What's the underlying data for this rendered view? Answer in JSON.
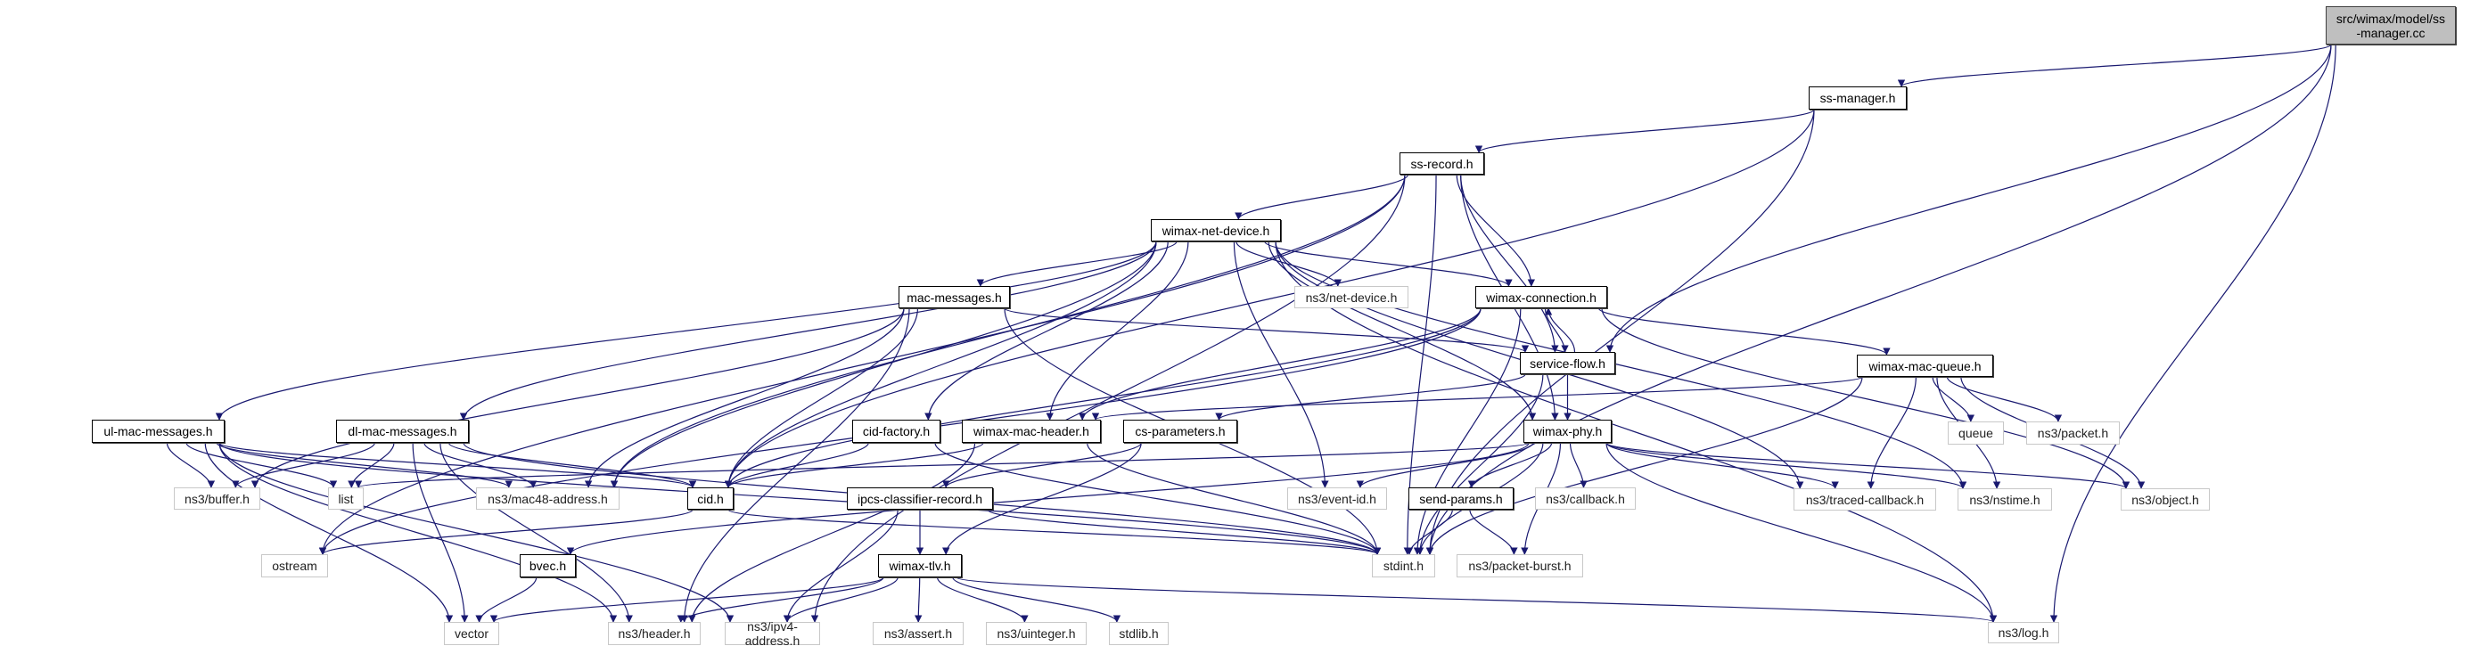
{
  "colors": {
    "edge": "#191970",
    "root_fill": "#bfbfbf",
    "external_border": "#c8c8c8",
    "documented_border": "#000000"
  },
  "nodes": [
    {
      "id": "cc",
      "label": "src/wimax/model/ss\n-manager.cc",
      "kind": "root"
    },
    {
      "id": "ssm",
      "label": "ss-manager.h",
      "kind": "documented"
    },
    {
      "id": "ssr",
      "label": "ss-record.h",
      "kind": "documented"
    },
    {
      "id": "wnd",
      "label": "wimax-net-device.h",
      "kind": "documented"
    },
    {
      "id": "nd",
      "label": "ns3/net-device.h",
      "kind": "external"
    },
    {
      "id": "wc",
      "label": "wimax-connection.h",
      "kind": "documented"
    },
    {
      "id": "mm",
      "label": "mac-messages.h",
      "kind": "documented"
    },
    {
      "id": "sf",
      "label": "service-flow.h",
      "kind": "documented"
    },
    {
      "id": "wmq",
      "label": "wimax-mac-queue.h",
      "kind": "documented"
    },
    {
      "id": "ul",
      "label": "ul-mac-messages.h",
      "kind": "documented"
    },
    {
      "id": "dl",
      "label": "dl-mac-messages.h",
      "kind": "documented"
    },
    {
      "id": "cf",
      "label": "cid-factory.h",
      "kind": "documented"
    },
    {
      "id": "wmh",
      "label": "wimax-mac-header.h",
      "kind": "documented"
    },
    {
      "id": "csp",
      "label": "cs-parameters.h",
      "kind": "documented"
    },
    {
      "id": "wp",
      "label": "wimax-phy.h",
      "kind": "documented"
    },
    {
      "id": "queue",
      "label": "queue",
      "kind": "external"
    },
    {
      "id": "pkt",
      "label": "ns3/packet.h",
      "kind": "external"
    },
    {
      "id": "buf",
      "label": "ns3/buffer.h",
      "kind": "external"
    },
    {
      "id": "list",
      "label": "list",
      "kind": "external"
    },
    {
      "id": "mac48",
      "label": "ns3/mac48-address.h",
      "kind": "external"
    },
    {
      "id": "cid",
      "label": "cid.h",
      "kind": "documented"
    },
    {
      "id": "icr",
      "label": "ipcs-classifier-record.h",
      "kind": "documented"
    },
    {
      "id": "eid",
      "label": "ns3/event-id.h",
      "kind": "external"
    },
    {
      "id": "sp",
      "label": "send-params.h",
      "kind": "documented"
    },
    {
      "id": "cb",
      "label": "ns3/callback.h",
      "kind": "external"
    },
    {
      "id": "tc",
      "label": "ns3/traced-callback.h",
      "kind": "external"
    },
    {
      "id": "nst",
      "label": "ns3/nstime.h",
      "kind": "external"
    },
    {
      "id": "obj",
      "label": "ns3/object.h",
      "kind": "external"
    },
    {
      "id": "ostream",
      "label": "ostream",
      "kind": "external"
    },
    {
      "id": "bvec",
      "label": "bvec.h",
      "kind": "documented"
    },
    {
      "id": "wtlv",
      "label": "wimax-tlv.h",
      "kind": "documented"
    },
    {
      "id": "stdint",
      "label": "stdint.h",
      "kind": "external"
    },
    {
      "id": "pb",
      "label": "ns3/packet-burst.h",
      "kind": "external"
    },
    {
      "id": "vector",
      "label": "vector",
      "kind": "external"
    },
    {
      "id": "header",
      "label": "ns3/header.h",
      "kind": "external"
    },
    {
      "id": "ipv4",
      "label": "ns3/ipv4-address.h",
      "kind": "external"
    },
    {
      "id": "assert",
      "label": "ns3/assert.h",
      "kind": "external"
    },
    {
      "id": "uint",
      "label": "ns3/uinteger.h",
      "kind": "external"
    },
    {
      "id": "stdlib",
      "label": "stdlib.h",
      "kind": "external"
    },
    {
      "id": "log",
      "label": "ns3/log.h",
      "kind": "external"
    }
  ],
  "edges": [
    [
      "cc",
      "ssm"
    ],
    [
      "cc",
      "sf"
    ],
    [
      "cc",
      "stdint"
    ],
    [
      "cc",
      "log"
    ],
    [
      "ssm",
      "ssr"
    ],
    [
      "ssm",
      "cid"
    ],
    [
      "ssm",
      "stdint"
    ],
    [
      "ssr",
      "wnd"
    ],
    [
      "ssr",
      "wc"
    ],
    [
      "ssr",
      "sf"
    ],
    [
      "ssr",
      "wp"
    ],
    [
      "ssr",
      "mac48"
    ],
    [
      "ssr",
      "ostream"
    ],
    [
      "ssr",
      "stdint"
    ],
    [
      "ssr",
      "ipv4"
    ],
    [
      "wnd",
      "nd"
    ],
    [
      "wnd",
      "wc"
    ],
    [
      "wnd",
      "mm"
    ],
    [
      "wnd",
      "ul"
    ],
    [
      "wnd",
      "dl"
    ],
    [
      "wnd",
      "cf"
    ],
    [
      "wnd",
      "wmh"
    ],
    [
      "wnd",
      "wp"
    ],
    [
      "wnd",
      "mac48"
    ],
    [
      "wnd",
      "cid"
    ],
    [
      "wnd",
      "eid"
    ],
    [
      "wnd",
      "tc"
    ],
    [
      "wnd",
      "nst"
    ],
    [
      "wnd",
      "log"
    ],
    [
      "wc",
      "sf"
    ],
    [
      "wc",
      "wmq"
    ],
    [
      "wc",
      "wmh"
    ],
    [
      "wc",
      "obj"
    ],
    [
      "wc",
      "cid"
    ],
    [
      "wc",
      "ostream"
    ],
    [
      "wc",
      "stdint"
    ],
    [
      "sf",
      "wc"
    ],
    [
      "sf",
      "wp"
    ],
    [
      "sf",
      "csp"
    ],
    [
      "sf",
      "stdint"
    ],
    [
      "mm",
      "sf"
    ],
    [
      "mm",
      "cid"
    ],
    [
      "mm",
      "mac48"
    ],
    [
      "mm",
      "buf"
    ],
    [
      "mm",
      "header"
    ],
    [
      "mm",
      "stdint"
    ],
    [
      "wmq",
      "wmh"
    ],
    [
      "wmq",
      "queue"
    ],
    [
      "wmq",
      "pkt"
    ],
    [
      "wmq",
      "obj"
    ],
    [
      "wmq",
      "tc"
    ],
    [
      "wmq",
      "nst"
    ],
    [
      "wmq",
      "stdint"
    ],
    [
      "ul",
      "buf"
    ],
    [
      "ul",
      "list"
    ],
    [
      "ul",
      "mac48"
    ],
    [
      "ul",
      "cid"
    ],
    [
      "ul",
      "stdint"
    ],
    [
      "ul",
      "vector"
    ],
    [
      "ul",
      "ipv4"
    ],
    [
      "ul",
      "header"
    ],
    [
      "dl",
      "buf"
    ],
    [
      "dl",
      "list"
    ],
    [
      "dl",
      "mac48"
    ],
    [
      "dl",
      "cid"
    ],
    [
      "dl",
      "stdint"
    ],
    [
      "dl",
      "vector"
    ],
    [
      "dl",
      "header"
    ],
    [
      "cf",
      "cid"
    ],
    [
      "cf",
      "stdint"
    ],
    [
      "wmh",
      "cid"
    ],
    [
      "wmh",
      "header"
    ],
    [
      "wmh",
      "stdint"
    ],
    [
      "csp",
      "icr"
    ],
    [
      "csp",
      "wtlv"
    ],
    [
      "wp",
      "list"
    ],
    [
      "wp",
      "bvec"
    ],
    [
      "wp",
      "eid"
    ],
    [
      "wp",
      "sp"
    ],
    [
      "wp",
      "cb"
    ],
    [
      "wp",
      "tc"
    ],
    [
      "wp",
      "nst"
    ],
    [
      "wp",
      "obj"
    ],
    [
      "wp",
      "stdint"
    ],
    [
      "wp",
      "pb"
    ],
    [
      "wp",
      "log"
    ],
    [
      "cid",
      "ostream"
    ],
    [
      "cid",
      "stdint"
    ],
    [
      "icr",
      "wtlv"
    ],
    [
      "icr",
      "ipv4"
    ],
    [
      "icr",
      "stdint"
    ],
    [
      "wtlv",
      "vector"
    ],
    [
      "wtlv",
      "header"
    ],
    [
      "wtlv",
      "ipv4"
    ],
    [
      "wtlv",
      "assert"
    ],
    [
      "wtlv",
      "uint"
    ],
    [
      "wtlv",
      "stdlib"
    ],
    [
      "wtlv",
      "log"
    ],
    [
      "bvec",
      "vector"
    ],
    [
      "sp",
      "stdint"
    ],
    [
      "sp",
      "pb"
    ]
  ]
}
